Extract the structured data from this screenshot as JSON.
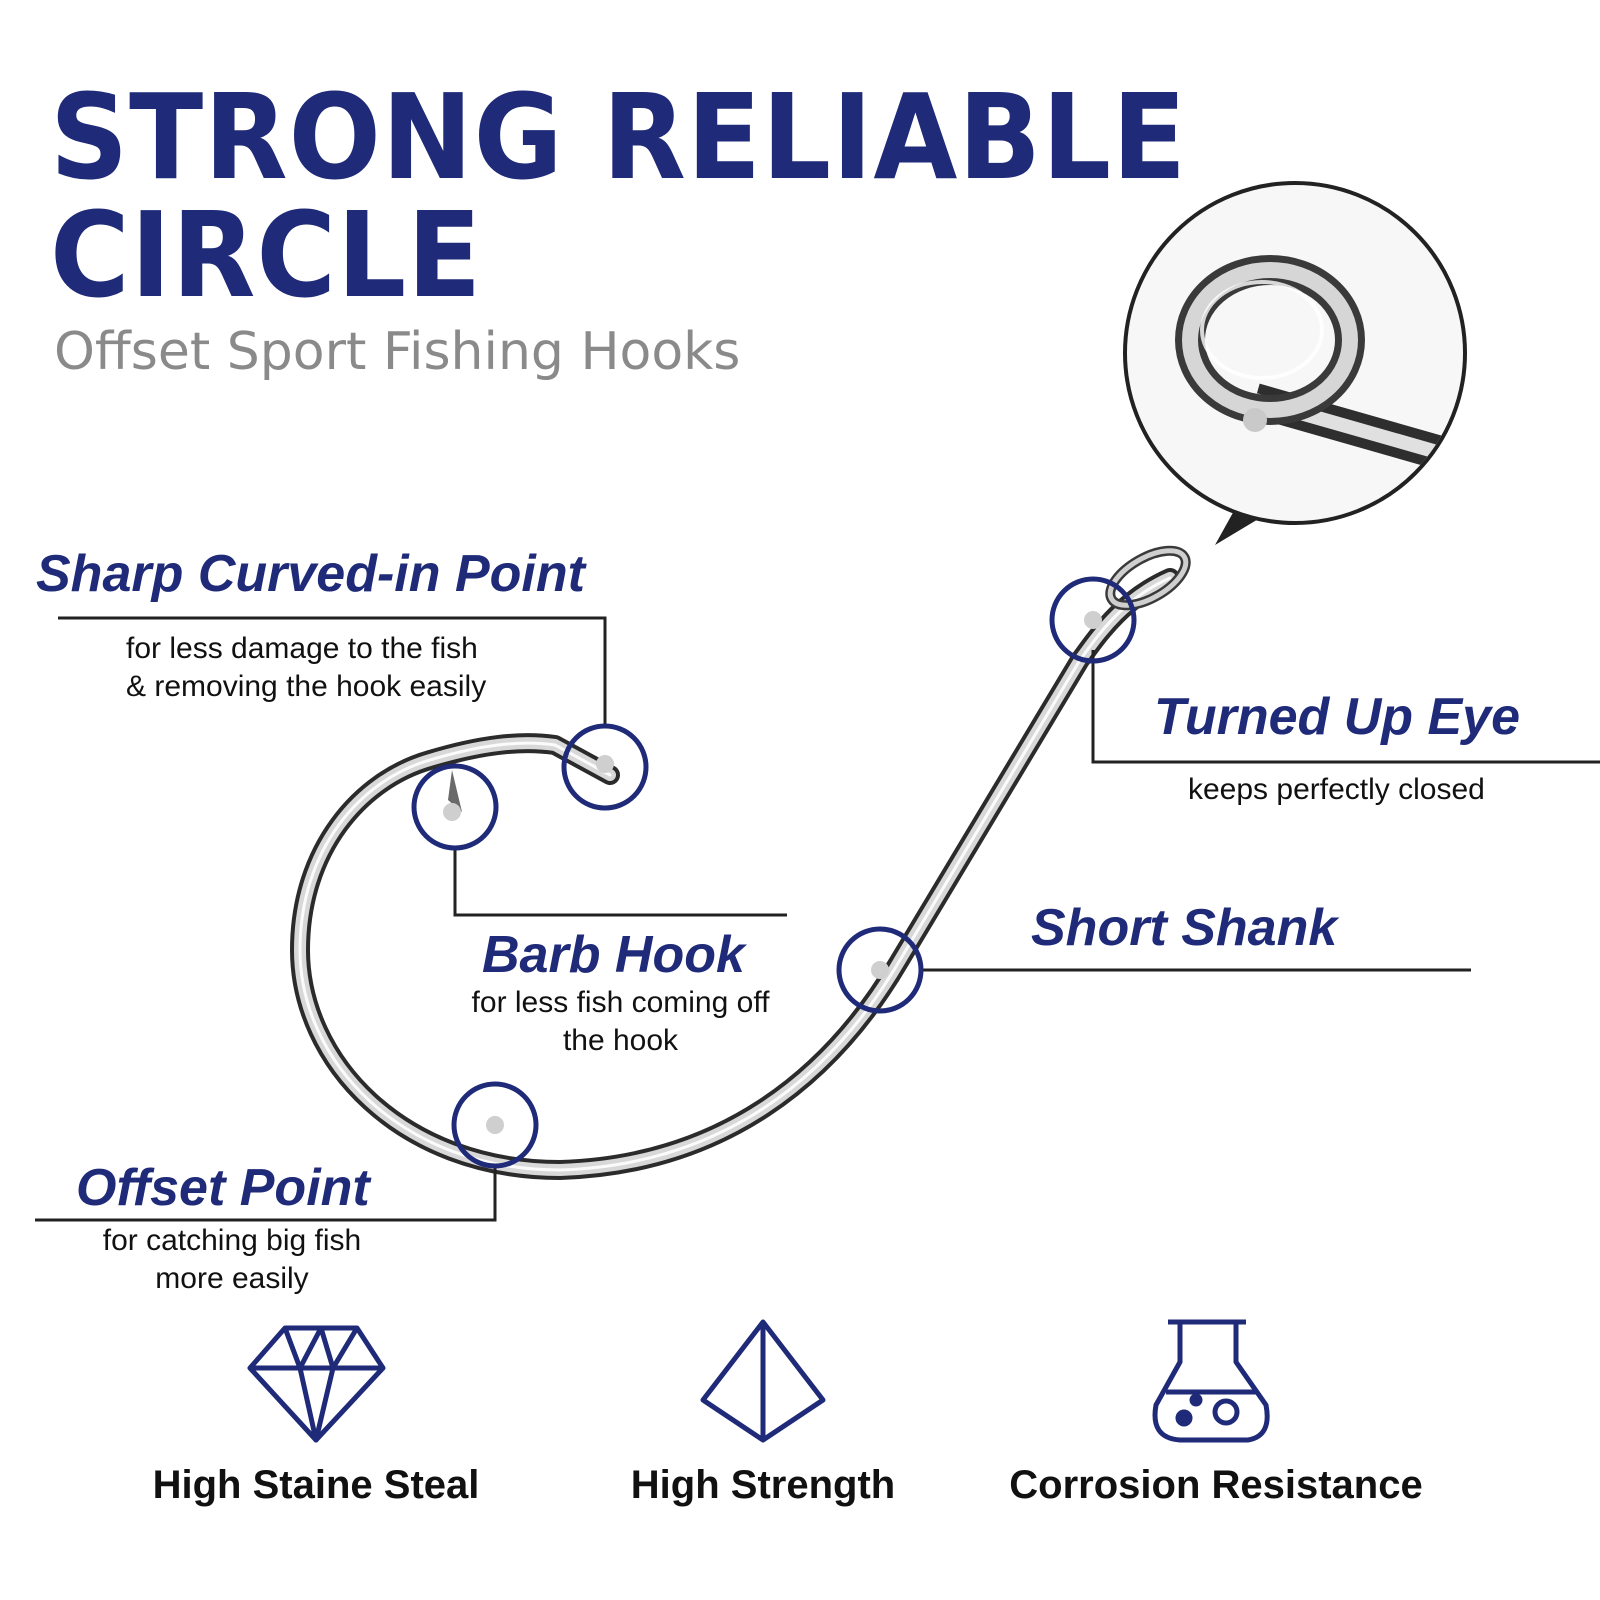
{
  "header": {
    "title_line1": "STRONG RELIABLE",
    "title_line2": "CIRCLE",
    "subtitle": "Offset Sport Fishing Hooks"
  },
  "callouts": {
    "sharp_point": {
      "title": "Sharp Curved-in Point",
      "desc": "for less damage to the fish\n& removing the hook easily"
    },
    "eye": {
      "title": "Turned Up Eye",
      "desc": "keeps perfectly closed"
    },
    "barb": {
      "title": "Barb Hook",
      "desc": "for less fish coming off\nthe hook"
    },
    "shank": {
      "title": "Short Shank"
    },
    "offset": {
      "title": "Offset Point",
      "desc": "for catching big fish\nmore easily"
    }
  },
  "features": [
    {
      "label": "High Staine Steal",
      "icon": "diamond-icon"
    },
    {
      "label": "High Strength",
      "icon": "pyramid-icon"
    },
    {
      "label": "Corrosion Resistance",
      "icon": "flask-icon"
    }
  ],
  "colors": {
    "accent": "#1f2a78",
    "subtitle": "#8a8a8a",
    "text": "#111111"
  }
}
